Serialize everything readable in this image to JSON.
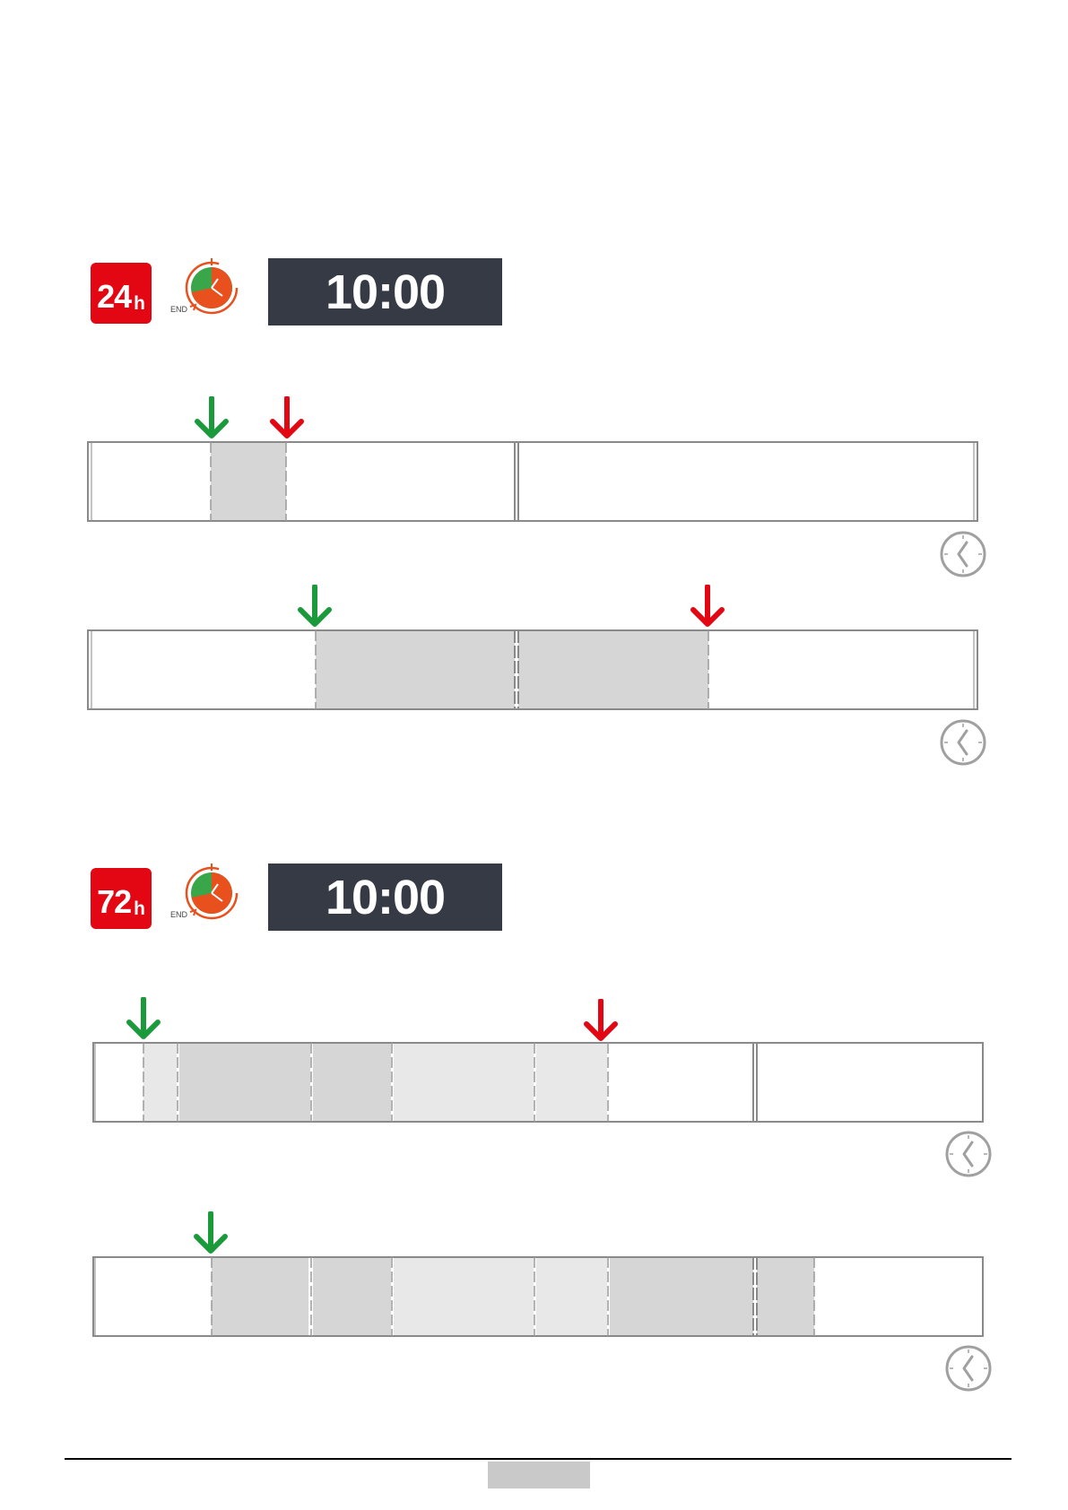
{
  "section_24h": {
    "badge_number": "24",
    "badge_unit": "h",
    "end_label": "END",
    "time": "10:00"
  },
  "section_72h": {
    "badge_number": "72",
    "badge_unit": "h",
    "end_label": "END",
    "time": "10:00"
  },
  "colors": {
    "badge_red": "#e30613",
    "display_bg": "#353a45",
    "arrow_start_green": "#1a9a3a",
    "arrow_end_red": "#e30613",
    "shade_dark": "#d6d6d6",
    "shade_light": "#e8e8e8",
    "clock_orange": "#e8501e",
    "clock_green": "#3aa64a"
  },
  "icons": [
    "start-arrow-icon",
    "end-arrow-icon",
    "clock-icon",
    "end-timer-icon"
  ]
}
